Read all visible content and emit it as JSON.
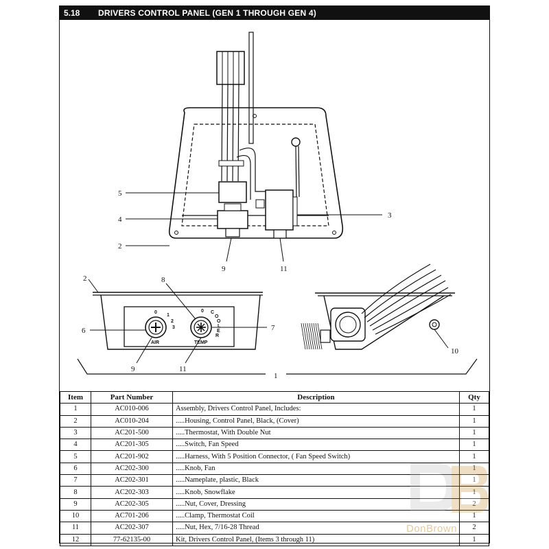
{
  "section": {
    "number": "5.18",
    "title": "DRIVERS CONTROL PANEL (GEN 1 THROUGH GEN 4)"
  },
  "callouts": {
    "top_view": [
      "5",
      "4",
      "2",
      "3",
      "9",
      "11"
    ],
    "front_view": [
      "2",
      "8",
      "6",
      "7",
      "9",
      "11"
    ],
    "side_view": [
      "10"
    ],
    "assembly": "1"
  },
  "dials": {
    "fan_label": "AIR",
    "fan_positions": [
      "0",
      "1",
      "2",
      "3"
    ],
    "temp_label": "TEMP",
    "temp_positions": [
      "0",
      "C",
      "O",
      "O",
      "L",
      "E",
      "R"
    ]
  },
  "table": {
    "headers": {
      "item": "Item",
      "part": "Part Number",
      "desc": "Description",
      "qty": "Qty"
    },
    "rows": [
      {
        "item": "1",
        "part": "AC010-006",
        "desc": "Assembly, Drivers Control Panel, Includes:",
        "qty": "1"
      },
      {
        "item": "2",
        "part": "AC010-204",
        "desc": ".....Housing, Control Panel, Black, (Cover)",
        "qty": "1"
      },
      {
        "item": "3",
        "part": "AC201-500",
        "desc": ".....Thermostat, With Double Nut",
        "qty": "1"
      },
      {
        "item": "4",
        "part": "AC201-305",
        "desc": ".....Switch, Fan Speed",
        "qty": "1"
      },
      {
        "item": "5",
        "part": "AC201-902",
        "desc": ".....Harness, With 5 Position Connector, ( Fan Speed Switch)",
        "qty": "1"
      },
      {
        "item": "6",
        "part": "AC202-300",
        "desc": ".....Knob, Fan",
        "qty": "1"
      },
      {
        "item": "7",
        "part": "AC202-301",
        "desc": ".....Nameplate, plastic, Black",
        "qty": "1"
      },
      {
        "item": "8",
        "part": "AC202-303",
        "desc": ".....Knob, Snowflake",
        "qty": "1"
      },
      {
        "item": "9",
        "part": "AC202-305",
        "desc": ".....Nut, Cover, Dressing",
        "qty": "2"
      },
      {
        "item": "10",
        "part": "AC701-206",
        "desc": ".....Clamp, Thermostat Coil",
        "qty": "1"
      },
      {
        "item": "11",
        "part": "AC202-307",
        "desc": ".....Nut, Hex, 7/16-28 Thread",
        "qty": "2"
      },
      {
        "item": "12",
        "part": "77-62135-00",
        "desc": "Kit, Drivers Control Panel, (Items 3 through 11)",
        "qty": "1"
      }
    ]
  },
  "watermark": {
    "text": "DonBrown",
    "color": "#c58a2a"
  }
}
